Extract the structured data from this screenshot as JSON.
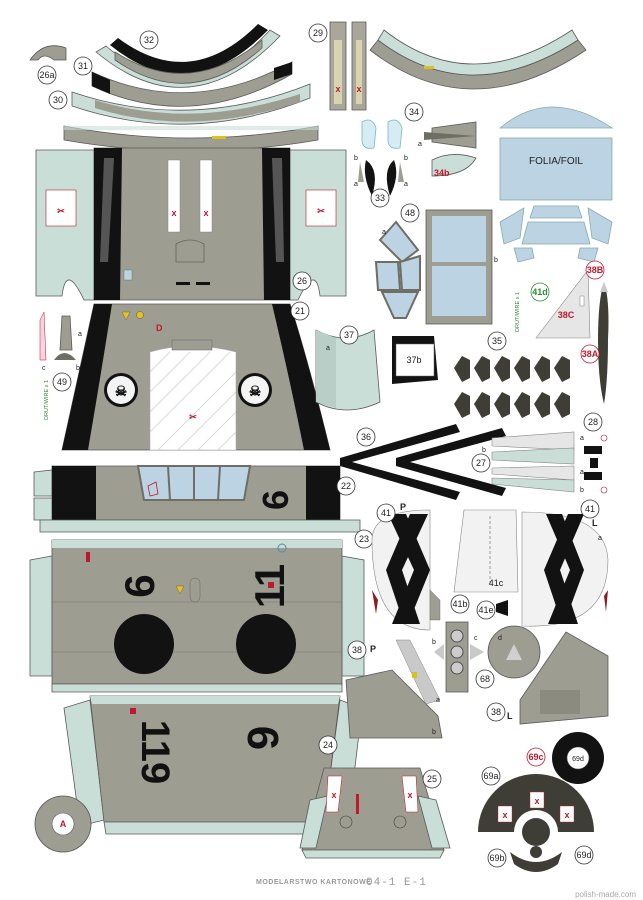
{
  "colors": {
    "grey": "#9d9d92",
    "light_blue": "#c9ded7",
    "glass": "#bcd3e4",
    "black": "#121212",
    "dark_olive": "#3e3e36",
    "red": "#c0182c",
    "green": "#2a8c3a",
    "navy": "#1e3a8a",
    "yellow": "#d9c21c"
  },
  "part_labels": {
    "p26a": "26a",
    "p31": "31",
    "p32": "32",
    "p30": "30",
    "p29": "29",
    "p34": "34",
    "p34b": "34b",
    "p33": "33",
    "p48": "48",
    "p26": "26",
    "p21": "21",
    "p37": "37",
    "p37b": "37b",
    "p35": "35",
    "p49": "49",
    "p41d": "41d",
    "p38B": "38B",
    "p38C": "38C",
    "p38A": "38A",
    "p36": "36",
    "p28": "28",
    "p27": "27",
    "p22": "22",
    "p41l": "41",
    "p41r": "41",
    "p23": "23",
    "p41b": "41b",
    "p41c": "41c",
    "p41e": "41e",
    "p38p": "38",
    "p38l": "38",
    "p68": "68",
    "p24": "24",
    "p25": "25",
    "p69c": "69c",
    "p69d_top": "69d",
    "p69a": "69a",
    "p69b": "69b",
    "p69d_bot": "69d"
  },
  "letters": {
    "a": "a",
    "b": "b",
    "c": "c",
    "d": "d",
    "P": "P",
    "L": "L",
    "A": "A",
    "D": "D"
  },
  "texts": {
    "foil": "FOLIA/FOIL",
    "wire_right": "DRUT/WIRE x 1",
    "wire_left": "DRUT/WIRE x 1"
  },
  "numbers": {
    "n6_23": "6",
    "n11_23": "11",
    "n6_22": "6",
    "n119_24": "119",
    "n6_24": "6"
  },
  "footer": {
    "brand": "MODELARSTWO KARTONOWE",
    "code": "04-1   E-1",
    "site": "polish-made.com"
  }
}
